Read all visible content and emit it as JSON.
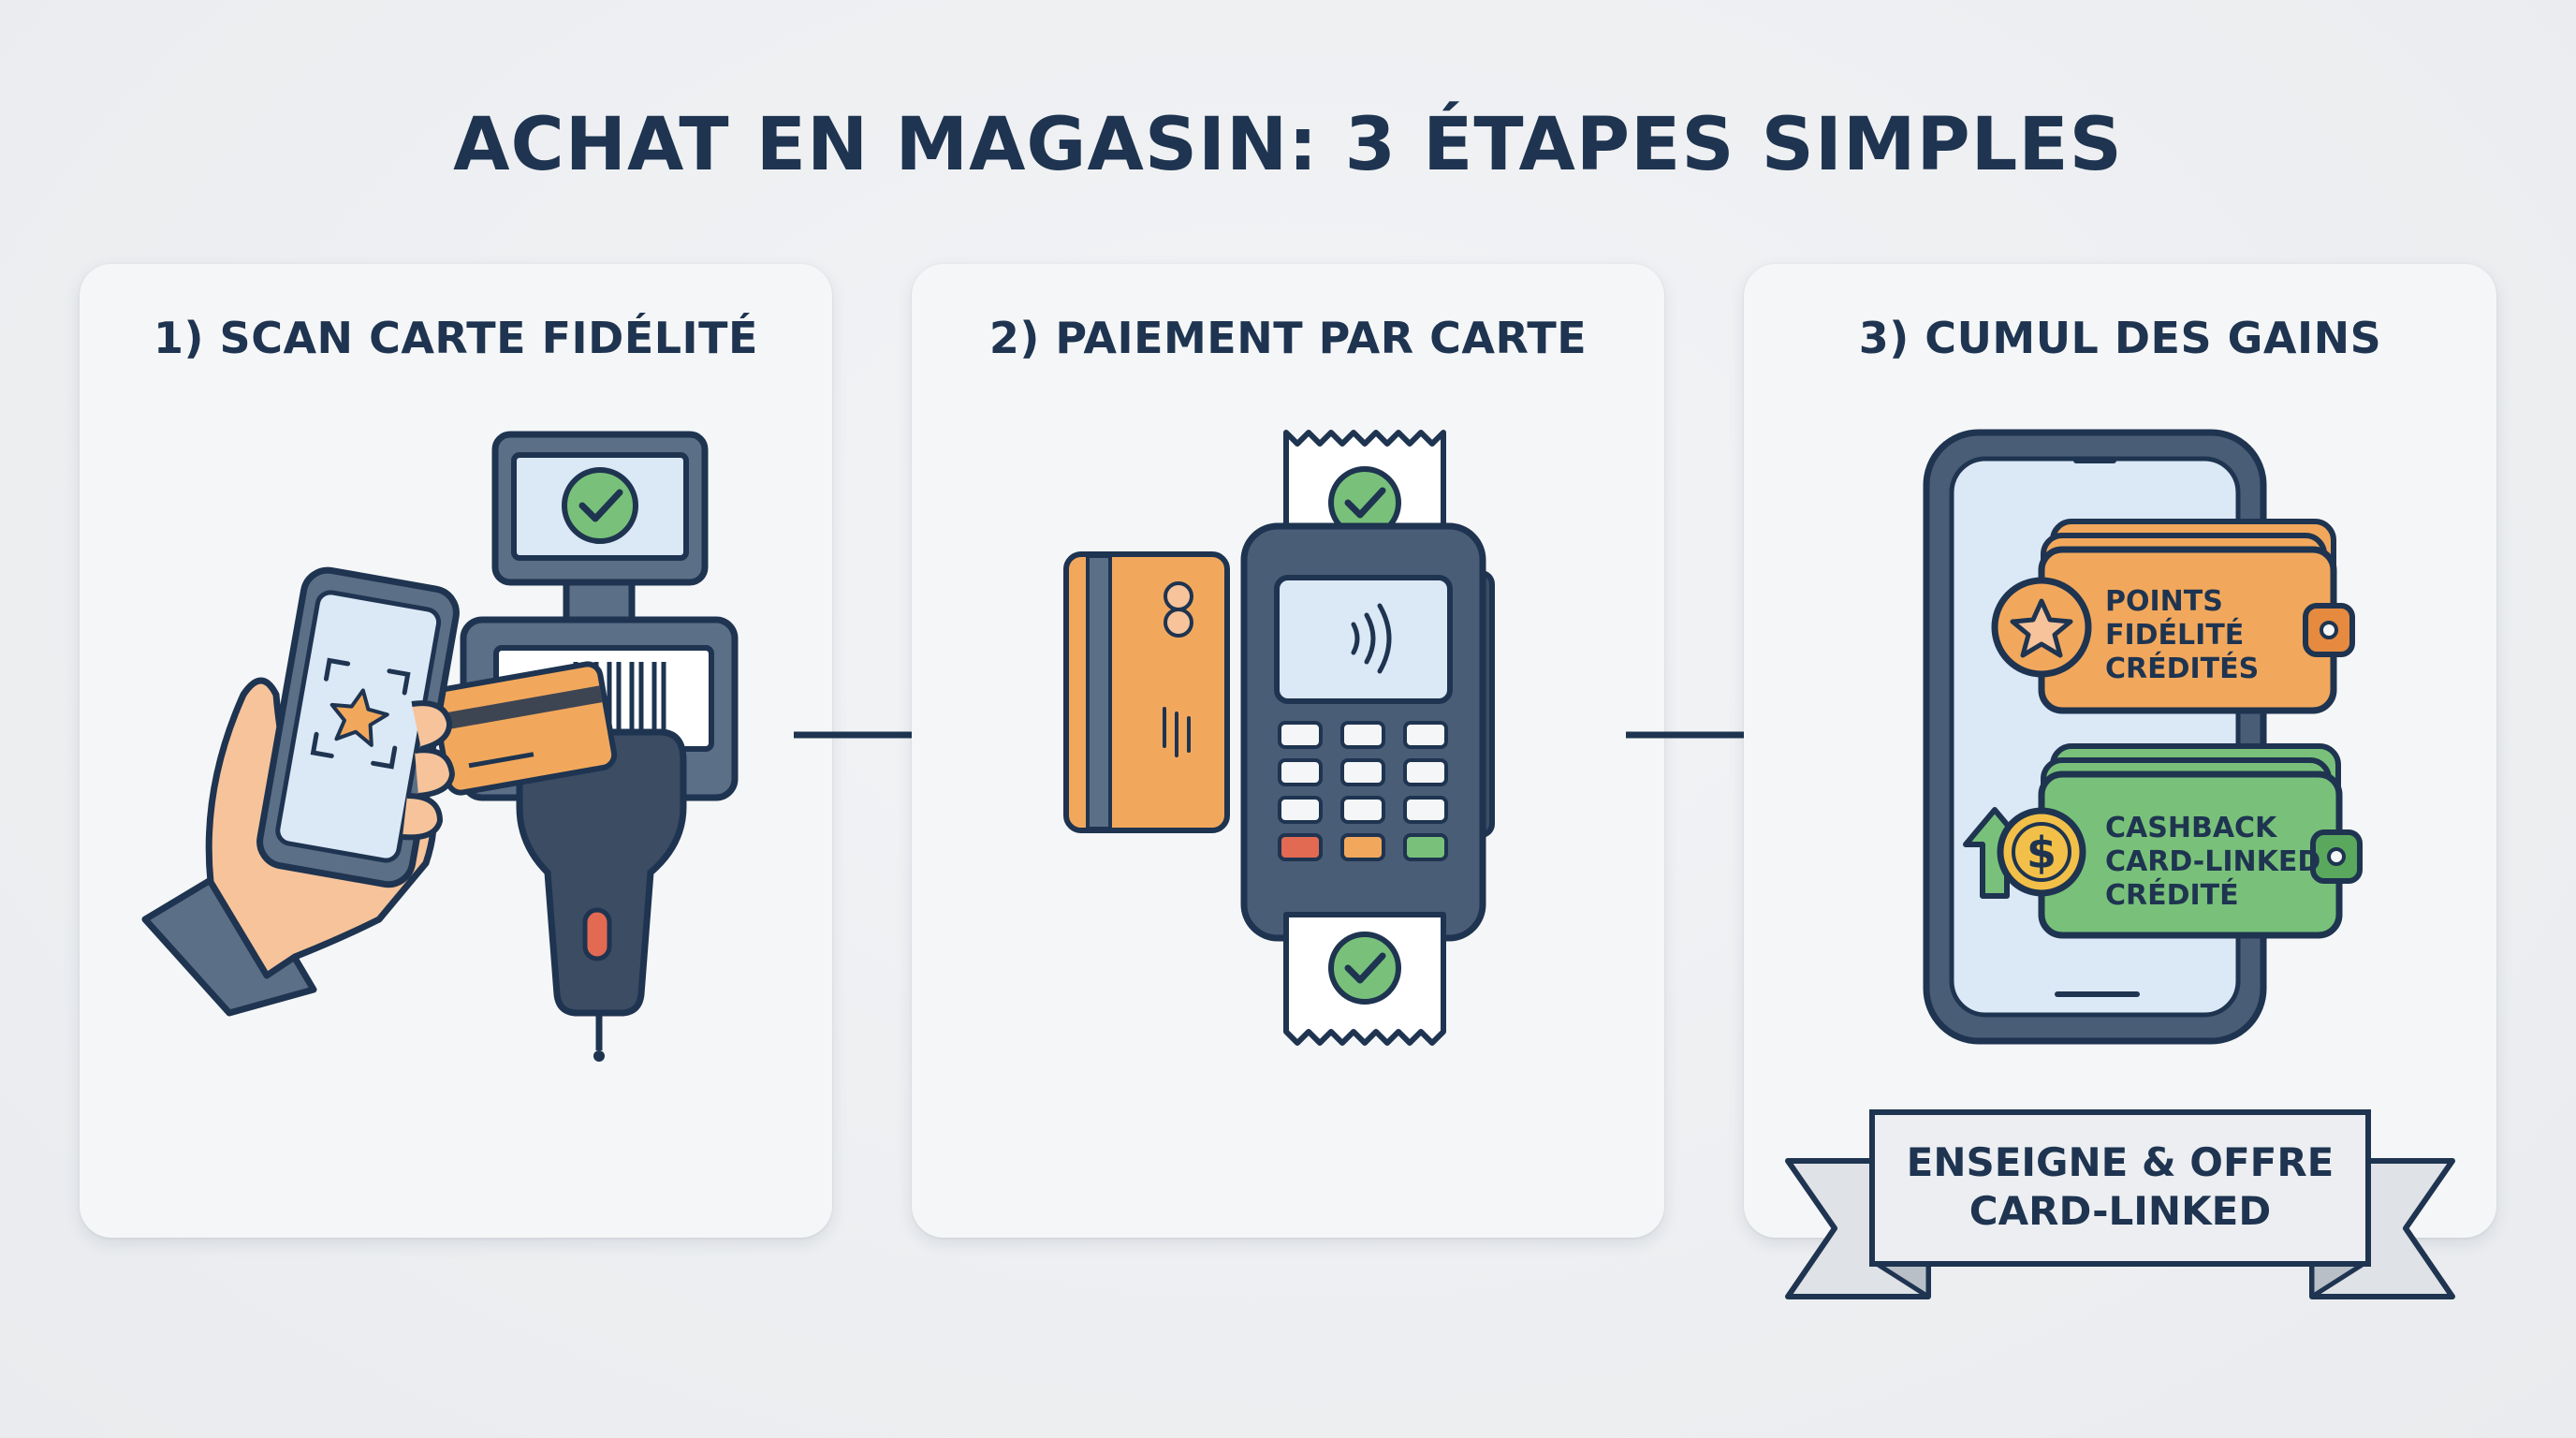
{
  "title": "ACHAT EN MAGASIN: 3 ÉTAPES SIMPLES",
  "steps": [
    {
      "label": "1) SCAN CARTE FIDÉLITÉ"
    },
    {
      "label": "2) PAIEMENT PAR CARTE"
    },
    {
      "label": "3) CUMUL DES GAINS"
    }
  ],
  "wallets": {
    "points": {
      "line1": "POINTS",
      "line2": "FIDÉLITÉ",
      "line3": "CRÉDITÉS"
    },
    "cashback": {
      "line1": "CASHBACK",
      "line2": "CARD-LINKED",
      "line3": "CRÉDITÉ"
    }
  },
  "ribbon": {
    "line1": "ENSEIGNE & OFFRE",
    "line2": "CARD-LINKED"
  },
  "icons": {
    "step1": [
      "hand-holding-phone-icon",
      "loyalty-card-icon",
      "barcode-scanner-icon",
      "check-icon"
    ],
    "step2": [
      "bank-card-icon",
      "payment-terminal-icon",
      "contactless-icon",
      "receipt-icon"
    ],
    "step3": [
      "smartphone-icon",
      "wallet-icon",
      "star-icon",
      "dollar-coin-icon",
      "up-arrow-icon"
    ]
  },
  "colors": {
    "navy": "#1e3450",
    "orange": "#f2a85c",
    "green": "#79c17a",
    "light_blue": "#dbe8f6",
    "check_green": "#5fb36a"
  }
}
